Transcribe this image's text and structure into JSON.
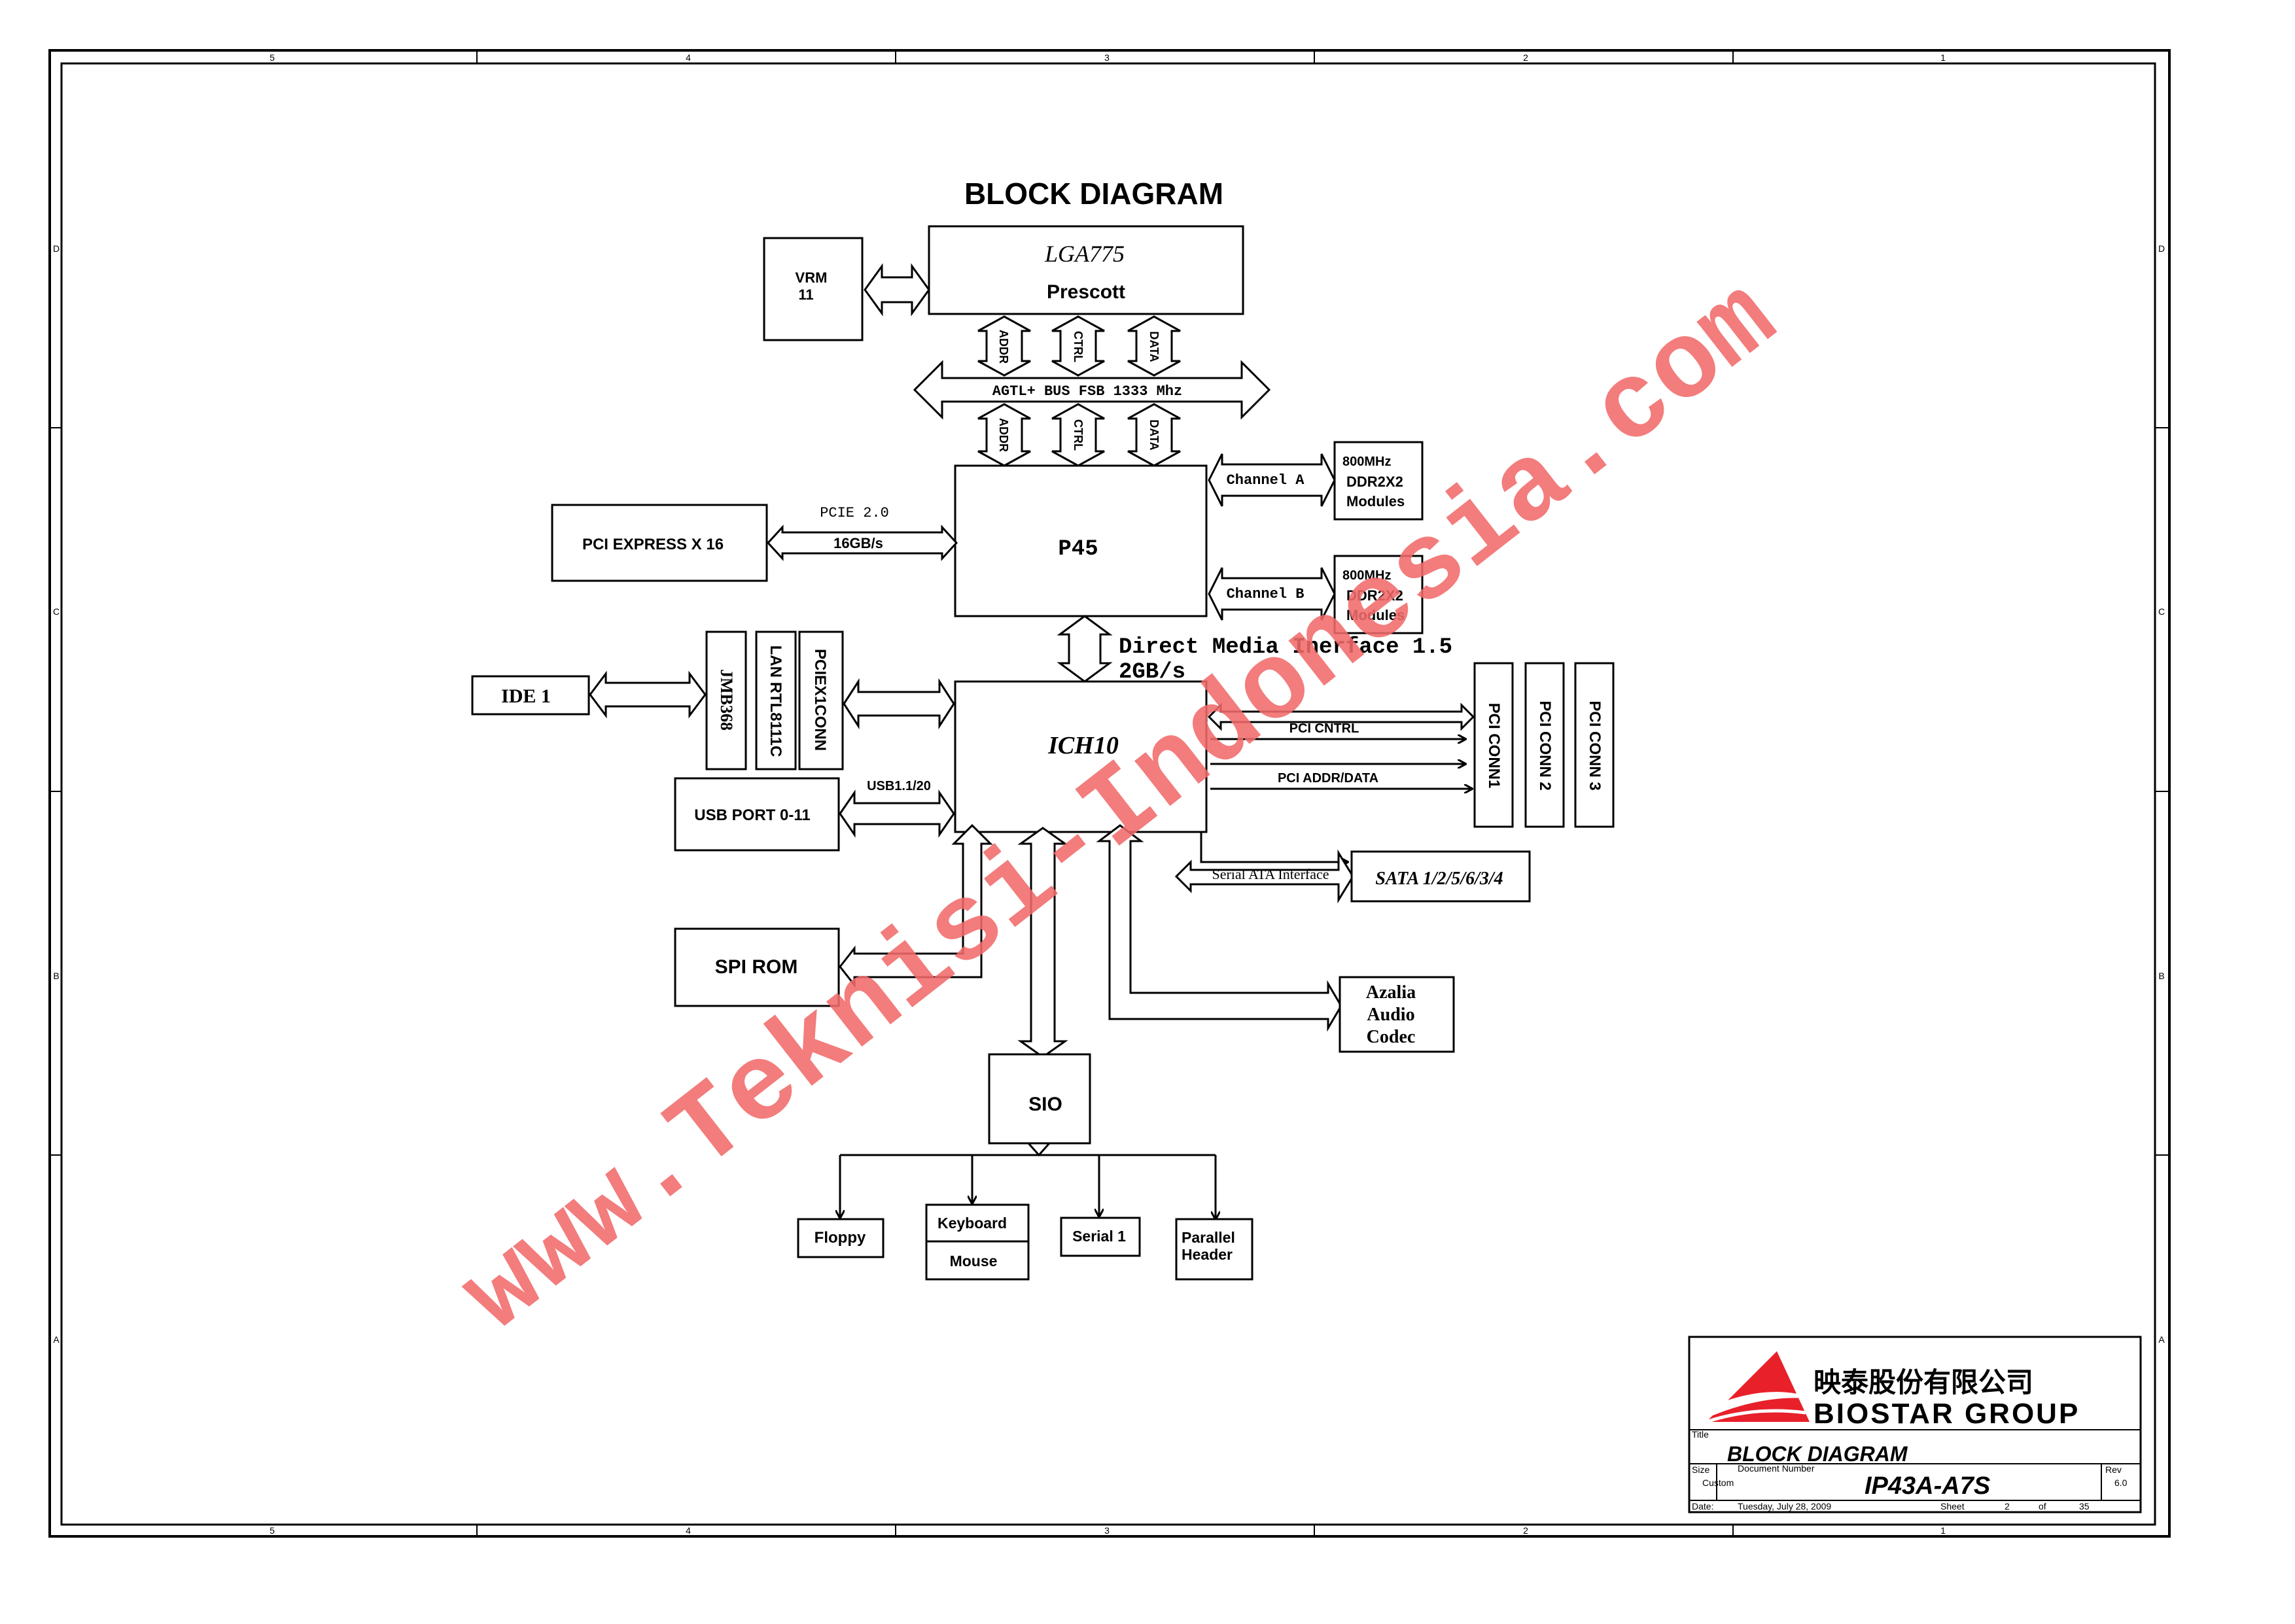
{
  "title": "BLOCK DIAGRAM",
  "border": {
    "top_numbers": [
      "5",
      "4",
      "3",
      "2",
      "1"
    ],
    "bottom_numbers": [
      "5",
      "4",
      "3",
      "2",
      "1"
    ],
    "left_letters": [
      "D",
      "C",
      "B",
      "A"
    ],
    "right_letters": [
      "D",
      "C",
      "B",
      "A"
    ]
  },
  "blocks": {
    "vrm": [
      "VRM",
      "11"
    ],
    "cpu_name": "LGA775",
    "cpu_sub": "Prescott",
    "fsb_bus": "AGTL+ BUS FSB 1333 Mhz",
    "fsb_addr": "ADDR",
    "fsb_ctrl": "CTRL",
    "fsb_data": "DATA",
    "p45": "P45",
    "pci_express": "PCI EXPRESS X 16",
    "pcie_version": "PCIE 2.0",
    "pcie_speed": "16GB/s",
    "channel_a": "Channel A",
    "channel_b": "Channel B",
    "ddr_a": [
      "800MHz",
      "DDR2X2",
      "Modules"
    ],
    "ddr_b": [
      "800MHz",
      "DDR2X2",
      "Modules"
    ],
    "dmi_line1": "Direct Media Inerface 1.5",
    "dmi_line2": "2GB/s",
    "ich10": "ICH10",
    "ide": "IDE 1",
    "jmb": "JMB368",
    "lan": "LAN RTL8111C",
    "pcie_x1": "PCIEX1CONN",
    "usb_port": "USB PORT 0-11",
    "usb_label": "USB1.1/20",
    "pci_cntrl": "PCI CNTRL",
    "pci_addr_data": "PCI ADDR/DATA",
    "pci_conn1": "PCI CONN1",
    "pci_conn2": "PCI CONN 2",
    "pci_conn3": "PCI CONN 3",
    "sata_interface": "Serial ATA Interface",
    "sata": "SATA 1/2/5/6/3/4",
    "spi_rom": "SPI ROM",
    "azalia": [
      "Azalia",
      "Audio",
      "Codec"
    ],
    "sio": "SIO",
    "floppy": "Floppy",
    "keyboard": "Keyboard",
    "mouse": "Mouse",
    "serial": "Serial 1",
    "parallel": [
      "Parallel",
      "Header"
    ]
  },
  "title_block": {
    "company_cn": "映泰股份有限公司",
    "company_en": "BIOSTAR GROUP",
    "title_label": "Title",
    "title_value": "BLOCK DIAGRAM",
    "size_label": "Size",
    "size_value": "Custom",
    "docnum_label": "Document Number",
    "docnum_value": "IP43A-A7S",
    "rev_label": "Rev",
    "rev_value": "6.0",
    "date_label": "Date:",
    "date_value": "Tuesday, July 28, 2009",
    "sheet_label": "Sheet",
    "sheet_value": "2",
    "of_label": "of",
    "of_value": "35",
    "logo_color": "#e8202a"
  },
  "watermark": "www.Teknisi-Indonesia.com",
  "watermark_color": "#f26a6a"
}
